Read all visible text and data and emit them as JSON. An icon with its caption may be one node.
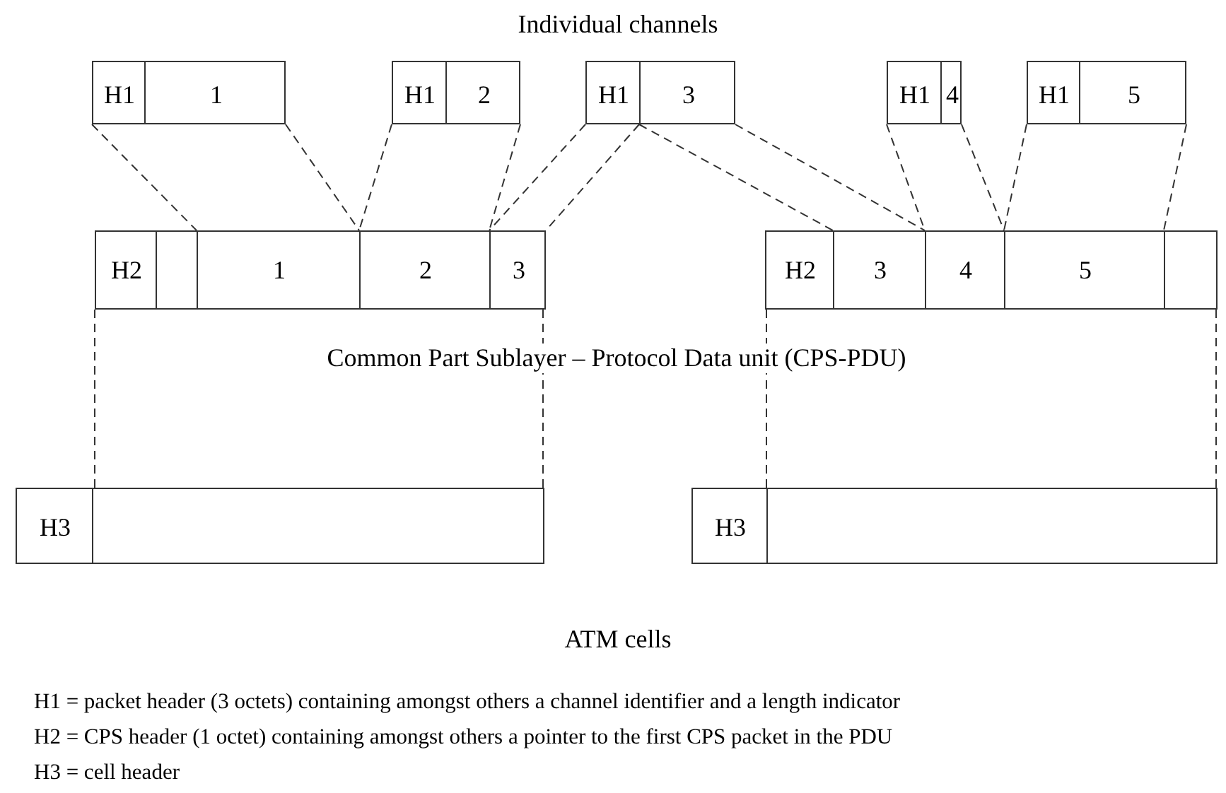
{
  "diagram": {
    "title": "Individual channels",
    "nodes": [
      {
        "text": [
          "H1",
          "1"
        ]
      },
      {
        "text": [
          "H1",
          "2"
        ]
      },
      {
        "text": [
          "H1",
          "3"
        ]
      },
      {
        "text": [
          "H1",
          "4"
        ]
      },
      {
        "text": [
          "H1",
          "5"
        ]
      },
      {
        "text": [],
        "shape": "box"
      },
      {
        "text": [
          "H2"
        ],
        "in": 5
      },
      {
        "text": [],
        "shape": "box",
        "in": 5
      },
      {
        "text": [
          "1"
        ],
        "in": 5
      },
      {
        "text": [
          "2"
        ],
        "in": 5
      },
      {
        "text": [
          "3"
        ],
        "in": 5
      },
      {
        "text": [],
        "shape": "box"
      },
      {
        "text": [
          "H2"
        ],
        "in": 11
      },
      {
        "text": [
          "3"
        ],
        "in": 11
      },
      {
        "text": [
          "4"
        ],
        "in": 11
      },
      {
        "text": [
          "5"
        ],
        "in": 11
      },
      {
        "text": [],
        "shape": "box",
        "in": 11
      },
      {
        "text": [
          "H3"
        ]
      },
      {
        "text": [
          "H3"
        ]
      }
    ],
    "edges": [
      {
        "from": 0,
        "to": 8,
        "arrow": "none",
        "style": "dashed"
      },
      {
        "from": 0,
        "to": 8,
        "arrow": "none",
        "style": "dashed"
      },
      {
        "from": 1,
        "to": 9,
        "arrow": "none",
        "style": "dashed"
      },
      {
        "from": 1,
        "to": 9,
        "arrow": "none",
        "style": "dashed"
      },
      {
        "from": 2,
        "to": 10,
        "arrow": "none",
        "style": "dashed"
      },
      {
        "from": 2,
        "to": 10,
        "arrow": "none",
        "style": "dashed"
      },
      {
        "from": 2,
        "to": 13,
        "arrow": "none",
        "style": "dashed"
      },
      {
        "from": 2,
        "to": 13,
        "arrow": "none",
        "style": "dashed"
      },
      {
        "from": 3,
        "to": 14,
        "arrow": "none",
        "style": "dashed"
      },
      {
        "from": 3,
        "to": 14,
        "arrow": "none",
        "style": "dashed"
      },
      {
        "from": 4,
        "to": 15,
        "arrow": "none",
        "style": "dashed"
      },
      {
        "from": 4,
        "to": 15,
        "arrow": "none",
        "style": "dashed"
      },
      {
        "from": 5,
        "to": 17,
        "arrow": "none",
        "style": "dashed"
      },
      {
        "from": 5,
        "to": 17,
        "arrow": "none",
        "style": "dashed"
      },
      {
        "from": 11,
        "to": 18,
        "arrow": "none",
        "style": "dashed"
      },
      {
        "from": 11,
        "to": 18,
        "arrow": "none",
        "style": "dashed"
      }
    ],
    "labels": [
      "Common Part Sublayer – Protocol Data unit (CPS-PDU)",
      "ATM cells",
      "H1 = packet header (3 octets) containing amongst others a channel identifier and a length indicator",
      "H2 = CPS header (1 octet) containing amongst others a pointer to the first CPS packet in the PDU",
      "H3 = cell header"
    ]
  }
}
